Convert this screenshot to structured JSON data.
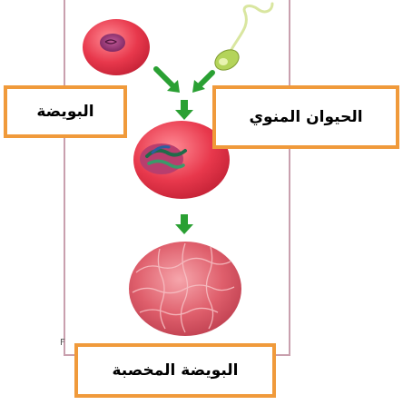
{
  "labels": {
    "egg": "البويضة",
    "sperm": "الحيوان المنوي",
    "fertilized_egg": "البويضة المخصبة"
  },
  "figure_mark": "F",
  "colors": {
    "egg_red": "#e8384c",
    "nucleus_purple": "#8a2f6a",
    "arrow_green": "#2aa033",
    "sperm_green": "#b4d45a",
    "box_orange": "#f09a3b",
    "panel_border": "#c9a0ae"
  }
}
